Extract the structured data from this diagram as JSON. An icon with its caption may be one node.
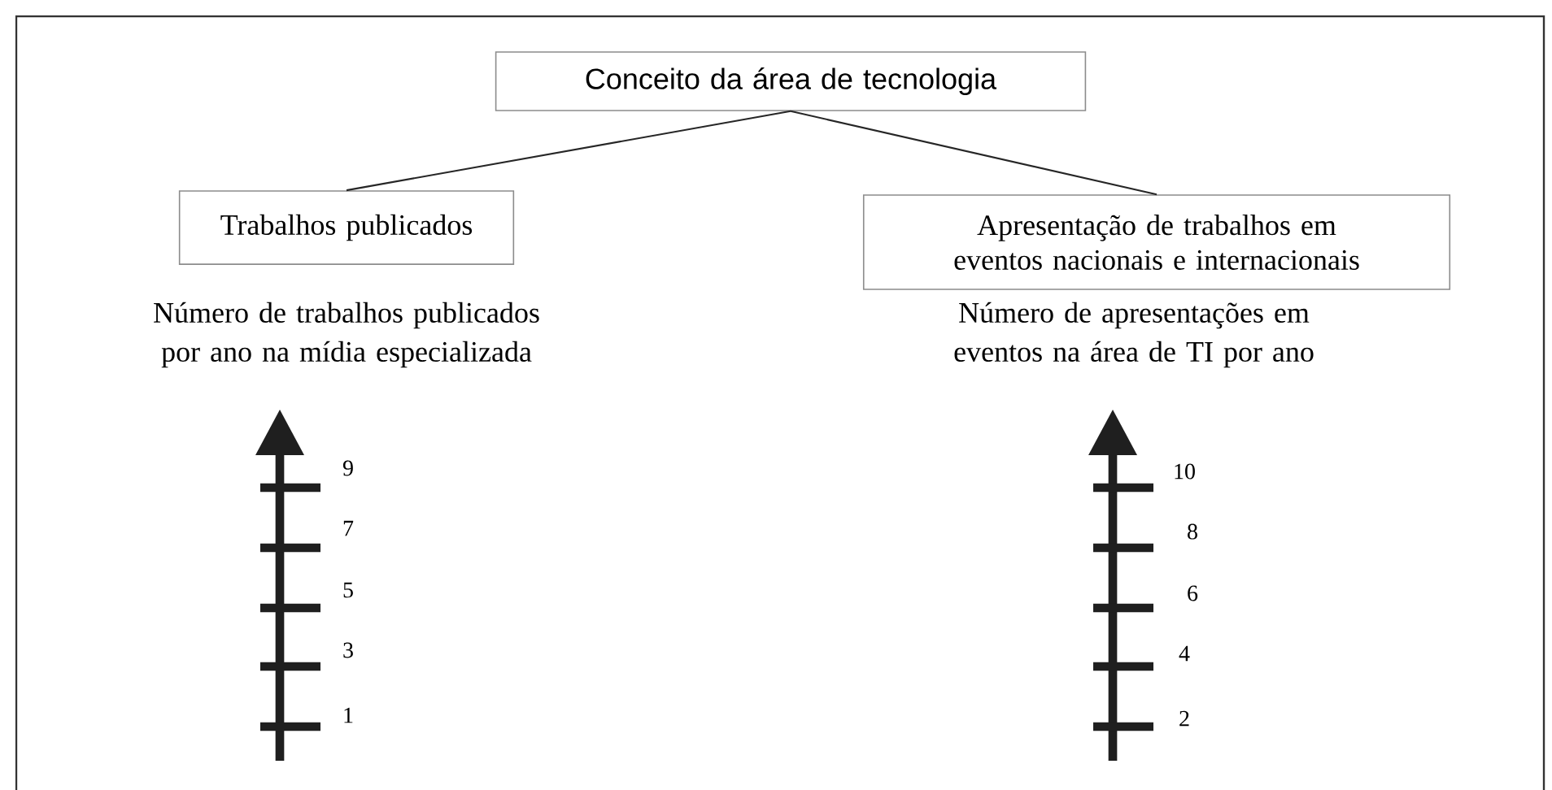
{
  "diagram": {
    "nodes": [
      {
        "text": [
          "Conceito da área de tecnologia"
        ]
      },
      {
        "text": [
          "Trabalhos publicados"
        ]
      },
      {
        "text": [
          "Apresentação de trabalhos em eventos nacionais e internacionais"
        ]
      }
    ],
    "edges": [
      {
        "from": 0,
        "to": 1,
        "arrow": "none"
      },
      {
        "from": 0,
        "to": 2,
        "arrow": "none"
      }
    ],
    "labels": [
      "Número de trabalhos publicados por ano na mídia especializada",
      "Número de apresentações em eventos na área de TI por ano",
      "9",
      "10",
      "7",
      "8",
      "5",
      "6",
      "3",
      "4",
      "1",
      "2"
    ]
  }
}
